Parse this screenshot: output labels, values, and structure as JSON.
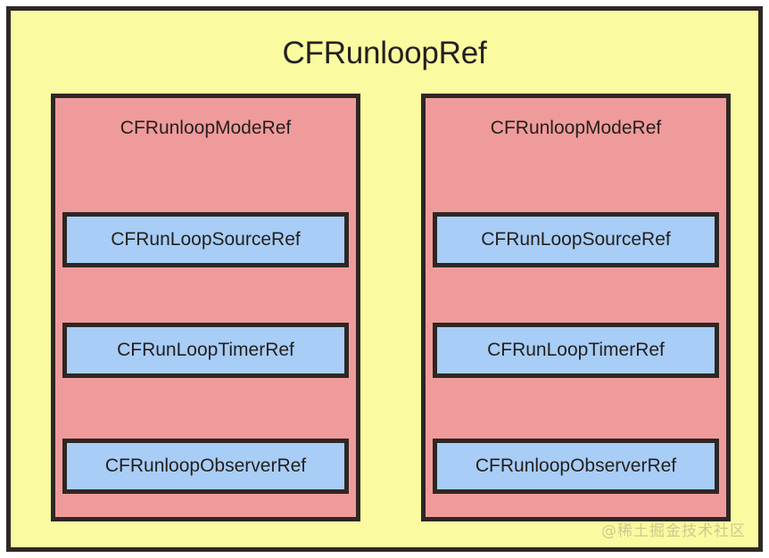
{
  "diagram": {
    "title": "CFRunloopRef",
    "watermark": "@稀土掘金技术社区",
    "colors": {
      "background": "#ffffff",
      "outer_fill": "#fafaa0",
      "column_fill": "#f09b9b",
      "item_fill": "#a8cdf6",
      "stroke": "#2e2724",
      "text": "#231f1d",
      "watermark": "#cfc98e"
    },
    "columns": [
      {
        "title": "CFRunloopModeRef",
        "items": [
          {
            "label": "CFRunLoopSourceRef"
          },
          {
            "label": "CFRunLoopTimerRef"
          },
          {
            "label": "CFRunloopObserverRef"
          }
        ]
      },
      {
        "title": "CFRunloopModeRef",
        "items": [
          {
            "label": "CFRunLoopSourceRef"
          },
          {
            "label": "CFRunLoopTimerRef"
          },
          {
            "label": "CFRunloopObserverRef"
          }
        ]
      }
    ]
  }
}
